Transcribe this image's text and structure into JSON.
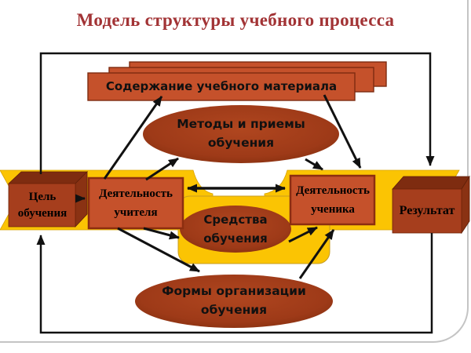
{
  "title": "Модель структуры учебного процесса",
  "nodes": {
    "content": {
      "label": "Содержание учебного материала"
    },
    "methods": {
      "line1": "Методы и приемы",
      "line2": "обучения"
    },
    "goal": {
      "line1": "Цель",
      "line2": "обучения"
    },
    "teacher": {
      "line1": "Деятельность",
      "line2": "учителя"
    },
    "student": {
      "line1": "Деятельность",
      "line2": "ученика"
    },
    "result": {
      "label": "Результат"
    },
    "means": {
      "line1": "Средства",
      "line2": "обучения"
    },
    "forms": {
      "line1": "Формы организации",
      "line2": "обучения"
    }
  },
  "connections": [
    "Цель обучения → Деятельность учителя",
    "Деятельность учителя ↔ Деятельность ученика",
    "Деятельность учителя → Содержание учебного материала",
    "Деятельность учителя → Методы и приемы обучения",
    "Деятельность учителя → Средства обучения",
    "Деятельность учителя → Формы организации обучения",
    "Содержание учебного материала → Деятельность ученика",
    "Методы и приемы обучения → Деятельность ученика",
    "Средства обучения → Деятельность ученика",
    "Формы организации обучения → Деятельность ученика",
    "Деятельность ученика → Результат",
    "Результат → (обратная связь) → Цель обучения"
  ],
  "colors": {
    "title_text": "#a23335",
    "shape_orange": "#c5512b",
    "shape_border": "#8c2e10",
    "ellipse_dark": "#9e3a18",
    "box3d_front": "#a63e1d",
    "box3d_top": "#7e2c10",
    "banner_yellow": "#fbc403",
    "arrow_black": "#111111"
  }
}
